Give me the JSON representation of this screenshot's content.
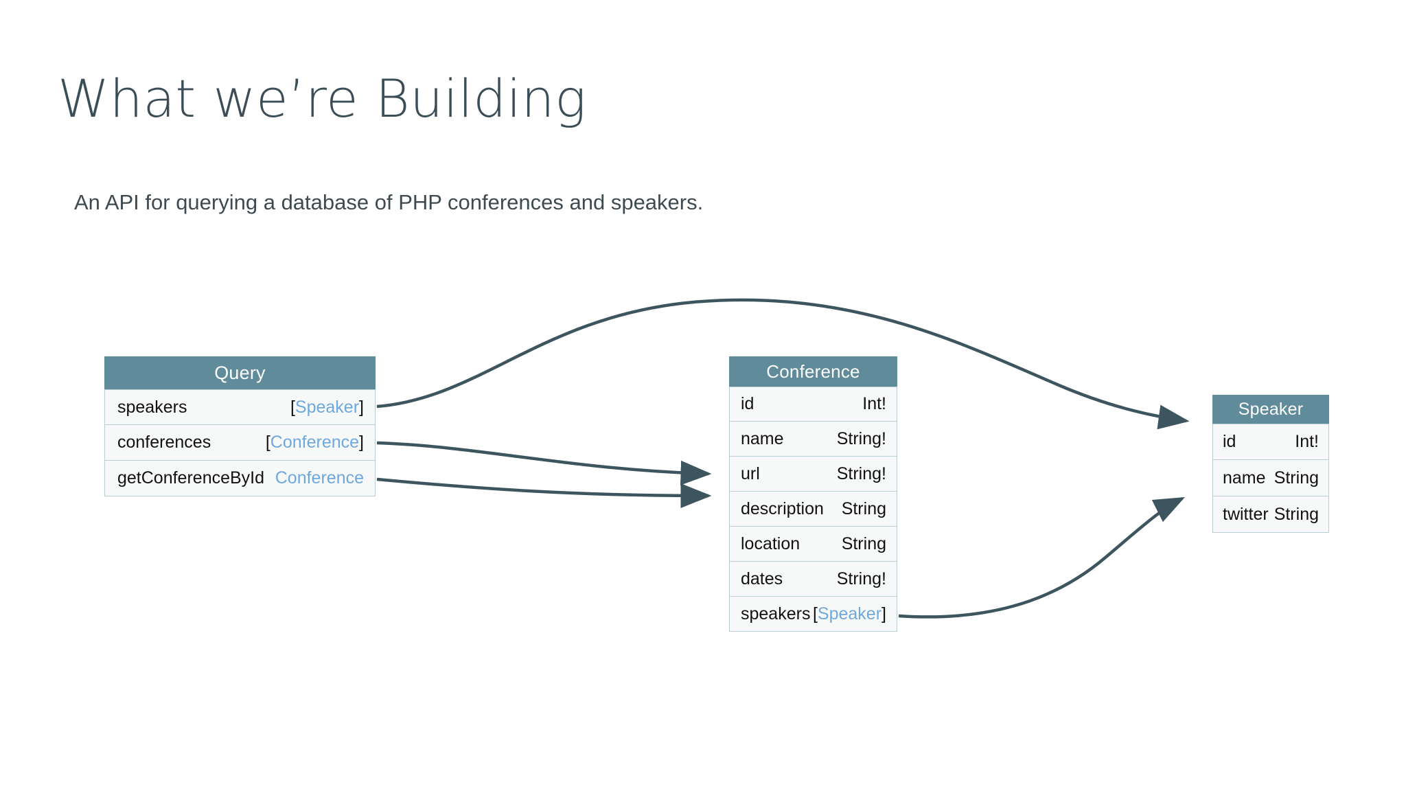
{
  "slide": {
    "title": "What we’re Building",
    "subtitle": "An API for querying a database of PHP conferences and speakers.",
    "title_color": "#3b4e57",
    "subtitle_color": "#3e4a50",
    "background_color": "#ffffff"
  },
  "theme": {
    "header_fill": "#5f8b9b",
    "header_text": "#ffffff",
    "row_fill": "#f7f9f9",
    "row_border": "#b9ced4",
    "field_text": "#111111",
    "type_ref_color": "#6fa8dc",
    "arrow_color": "#3d555e"
  },
  "diagram": {
    "type": "entity-relationship",
    "entities": [
      {
        "id": "query",
        "title": "Query",
        "fields": [
          {
            "name": "speakers",
            "type": "[Speaker]",
            "open": "[",
            "ref": "Speaker",
            "close": "]"
          },
          {
            "name": "conferences",
            "type": "[Conference]",
            "open": "[",
            "ref": "Conference",
            "close": "]"
          },
          {
            "name": "getConferenceById",
            "type": "Conference",
            "open": "",
            "ref": "Conference",
            "close": ""
          }
        ]
      },
      {
        "id": "conference",
        "title": "Conference",
        "fields": [
          {
            "name": "id",
            "type": "Int!",
            "open": "",
            "ref": "",
            "close": "",
            "plain": "Int!"
          },
          {
            "name": "name",
            "type": "String!",
            "open": "",
            "ref": "",
            "close": "",
            "plain": "String!"
          },
          {
            "name": "url",
            "type": "String!",
            "open": "",
            "ref": "",
            "close": "",
            "plain": "String!"
          },
          {
            "name": "description",
            "type": "String",
            "open": "",
            "ref": "",
            "close": "",
            "plain": "String"
          },
          {
            "name": "location",
            "type": "String",
            "open": "",
            "ref": "",
            "close": "",
            "plain": "String"
          },
          {
            "name": "dates",
            "type": "String!",
            "open": "",
            "ref": "",
            "close": "",
            "plain": "String!"
          },
          {
            "name": "speakers",
            "type": "[Speaker]",
            "open": "[",
            "ref": "Speaker",
            "close": "]"
          }
        ]
      },
      {
        "id": "speaker",
        "title": "Speaker",
        "fields": [
          {
            "name": "id",
            "type": "Int!",
            "open": "",
            "ref": "",
            "close": "",
            "plain": "Int!"
          },
          {
            "name": "name",
            "type": "String",
            "open": "",
            "ref": "",
            "close": "",
            "plain": "String"
          },
          {
            "name": "twitter",
            "type": "String",
            "open": "",
            "ref": "",
            "close": "",
            "plain": "String"
          }
        ]
      }
    ],
    "edges": [
      {
        "id": "query-speakers-to-speaker",
        "from": "query.speakers",
        "to": "speaker"
      },
      {
        "id": "query-conferences-to-conference",
        "from": "query.conferences",
        "to": "conference"
      },
      {
        "id": "query-getconferencebyid-to-conference",
        "from": "query.getConferenceById",
        "to": "conference"
      },
      {
        "id": "conference-speakers-to-speaker",
        "from": "conference.speakers",
        "to": "speaker"
      }
    ]
  }
}
